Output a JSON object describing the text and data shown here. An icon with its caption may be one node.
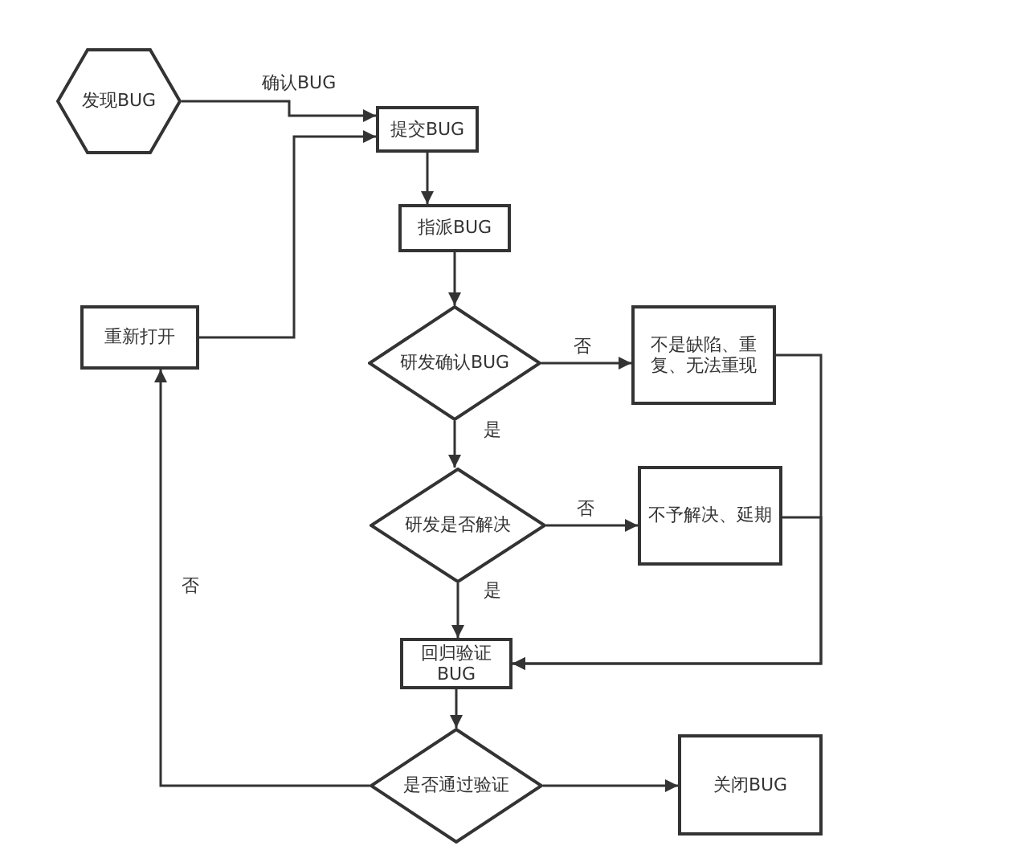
{
  "diagram": {
    "nodes": [
      {
        "text": [
          "发现BUG"
        ]
      },
      {
        "text": [
          "提交BUG"
        ]
      },
      {
        "text": [
          "指派BUG"
        ]
      },
      {
        "text": [
          "研发确认BUG"
        ]
      },
      {
        "text": [
          "不是缺陷、重复、无法重现"
        ]
      },
      {
        "text": [
          "研发是否解决"
        ]
      },
      {
        "text": [
          "不予解决、延期"
        ]
      },
      {
        "text": [
          "回归验证 BUG"
        ]
      },
      {
        "text": [
          "是否通过验证"
        ]
      },
      {
        "text": [
          "关闭BUG"
        ]
      },
      {
        "text": [
          "重新打开"
        ]
      }
    ],
    "edges": [
      {
        "from": 0,
        "to": 1,
        "arrow": "to",
        "label": "确认BUG"
      },
      {
        "from": 10,
        "to": 1,
        "arrow": "to"
      },
      {
        "from": 1,
        "to": 2,
        "arrow": "to"
      },
      {
        "from": 2,
        "to": 3,
        "arrow": "to"
      },
      {
        "from": 3,
        "to": 4,
        "arrow": "to",
        "label": "否"
      },
      {
        "from": 3,
        "to": 5,
        "arrow": "to",
        "label": "是"
      },
      {
        "from": 5,
        "to": 6,
        "arrow": "to",
        "label": "否"
      },
      {
        "from": 5,
        "to": 7,
        "arrow": "to",
        "label": "是"
      },
      {
        "from": 4,
        "to": 7,
        "arrow": "to"
      },
      {
        "from": 6,
        "to": 7,
        "arrow": "to"
      },
      {
        "from": 7,
        "to": 8,
        "arrow": "to"
      },
      {
        "from": 8,
        "to": 9,
        "arrow": "to"
      },
      {
        "from": 8,
        "to": 10,
        "arrow": "to",
        "label": "否"
      }
    ]
  }
}
